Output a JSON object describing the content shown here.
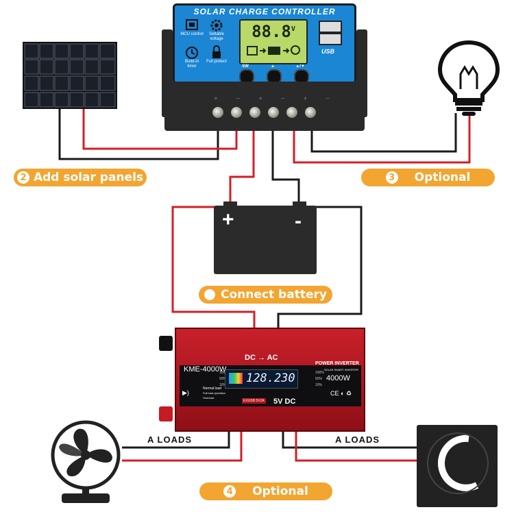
{
  "controller": {
    "title": "SOLAR CHARGE CONTROLLER",
    "lcd_value": "88.8",
    "lcd_unit": "V",
    "usb_label": "USB",
    "icons": [
      {
        "name": "mcu-control-icon",
        "label": "MCU control"
      },
      {
        "name": "gear-icon",
        "label": "Settable voltage"
      },
      {
        "name": "clock-icon",
        "label": "Build-in timer"
      },
      {
        "name": "lock-icon",
        "label": "Full protect"
      }
    ],
    "buttons": [
      "SW",
      "▲",
      "▲/▼"
    ]
  },
  "steps": [
    {
      "num": "2",
      "label": "Add solar panels"
    },
    {
      "num": "3",
      "label": "Optional"
    },
    {
      "num": "",
      "label": "Connect battery"
    },
    {
      "num": "4",
      "label": "Optional"
    }
  ],
  "battery": {
    "plus": "+",
    "minus": "-"
  },
  "inverter": {
    "model": "KME-4000W",
    "mode": "DC → AC",
    "brand_line1": "POWER INVERTER",
    "brand_line2": "SOLAR SMART INVERTER",
    "power": "4000W",
    "display_value": "128.230",
    "usb_output": "5V DC",
    "usb_label": "EXUSB 5V2A",
    "status_legend": [
      "Normal load",
      "Full load operation",
      "Overload"
    ],
    "load_pct_left": [
      "100%",
      "50%",
      "10%"
    ],
    "load_pct_right": [
      "100%",
      "50%",
      "10%"
    ],
    "cert_marks": "CE ◐ ♻"
  },
  "loads": {
    "left": "A   LOADS",
    "right": "A   LOADS"
  },
  "colors": {
    "accent_orange": "#f3a531",
    "wire_red": "#d21f26",
    "wire_black": "#1a1a1a",
    "controller_blue": "#1a86d4",
    "inverter_red": "#c9202a"
  }
}
